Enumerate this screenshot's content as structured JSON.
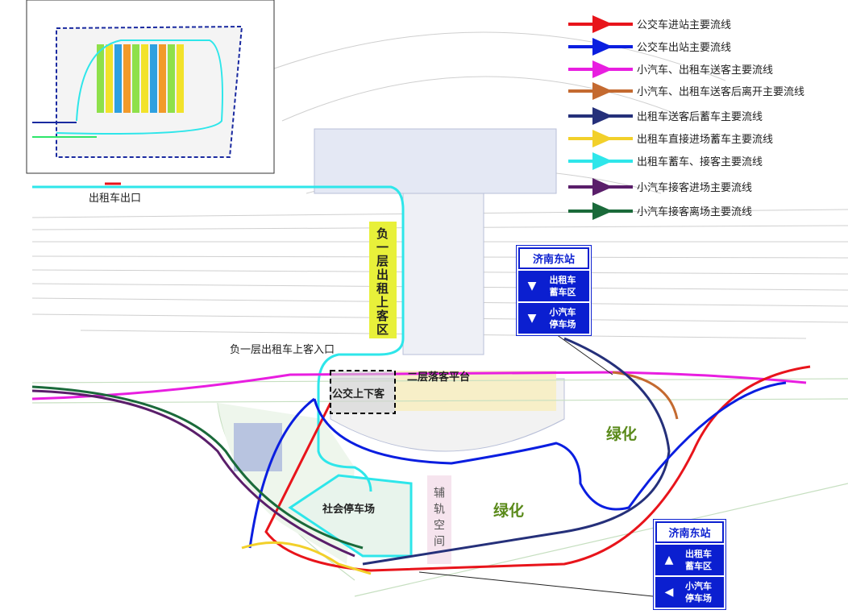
{
  "legend": [
    {
      "label": "公交车进站主要流线",
      "color": "#e8141b"
    },
    {
      "label": "公交车出站主要流线",
      "color": "#0a1ee0"
    },
    {
      "label": "小汽车、出租车送客主要流线",
      "color": "#e81ee0"
    },
    {
      "label": "小汽车、出租车送客后离开主要流线",
      "color": "#c46a30"
    },
    {
      "label": "出租车送客后蓄车主要流线",
      "color": "#25307a"
    },
    {
      "label": "出租车直接进场蓄车主要流线",
      "color": "#f2d02a"
    },
    {
      "label": "出租车蓄车、接客主要流线",
      "color": "#2ee6ea"
    },
    {
      "label": "小汽车接客进场主要流线",
      "color": "#5a1e6a"
    },
    {
      "label": "小汽车接客离场主要流线",
      "color": "#1a6a3a"
    }
  ],
  "labels": {
    "taxi_exit": "出租车出口",
    "b1_taxi_zone": "负一层出租上客区",
    "b1_taxi_entry": "负一层出租车上客入口",
    "drop_off_platform": "二层落客平台",
    "bus_stop": "公交上下客",
    "greenery_1": "绿化",
    "greenery_2": "绿化",
    "parking": "社会停车场",
    "rail_space": "辅轨空间"
  },
  "signs": [
    {
      "title": "济南东站",
      "rows": [
        {
          "icon": "arrow-down",
          "text": [
            "出租车",
            "蓄车区"
          ]
        },
        {
          "icon": "arrow-down",
          "text": [
            "小汽车",
            "停车场"
          ]
        }
      ]
    },
    {
      "title": "济南东站",
      "rows": [
        {
          "icon": "arrow-up",
          "text": [
            "出租车",
            "蓄车区"
          ]
        },
        {
          "icon": "arrow-left",
          "text": [
            "小汽车",
            "停车场"
          ]
        }
      ]
    }
  ]
}
